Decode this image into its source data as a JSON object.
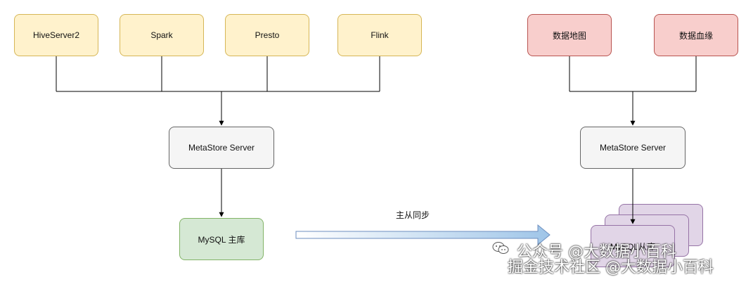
{
  "left": {
    "engines": [
      "HiveServer2",
      "Spark",
      "Presto",
      "Flink"
    ],
    "metastore": "MetaStore Server",
    "mysql": "MySQL 主库"
  },
  "right": {
    "apps": [
      "数据地图",
      "数据血缘"
    ],
    "metastore": "MetaStore Server",
    "replica": "MySQL从库"
  },
  "sync_label": "主从同步",
  "watermark": {
    "line1": "公众号 @大数据小百科",
    "line2": "掘金技术社区 @大数据小百科"
  }
}
